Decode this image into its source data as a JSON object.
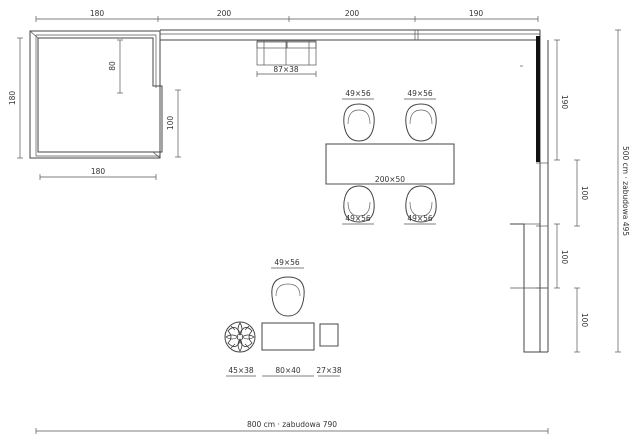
{
  "dimensions": {
    "top_seg_1": "180",
    "top_seg_2": "200",
    "top_seg_3": "200",
    "top_seg_4": "190",
    "left_height": "180",
    "inner_80": "80",
    "side_100": "100",
    "bottom_180": "180",
    "shelf": "87×38",
    "chair_top_left": "49×56",
    "chair_top_right": "49×56",
    "table_main": "200×50",
    "chair_bottom_left": "49×56",
    "chair_bottom_right": "49×56",
    "right_190": "190",
    "right_100_a": "100",
    "right_100_b": "100",
    "right_100_c": "100",
    "total_height": "500 cm · zabudowa 495",
    "lounge_chair": "49×56",
    "plant": "45×38",
    "desk": "80×40",
    "stool": "27×38",
    "total_width": "800 cm · zabudowa 790"
  },
  "colors": {
    "line": "#444444",
    "text": "#333333",
    "accent_dark": "#111111"
  },
  "icons": [
    "plant-icon",
    "chair-icon"
  ]
}
